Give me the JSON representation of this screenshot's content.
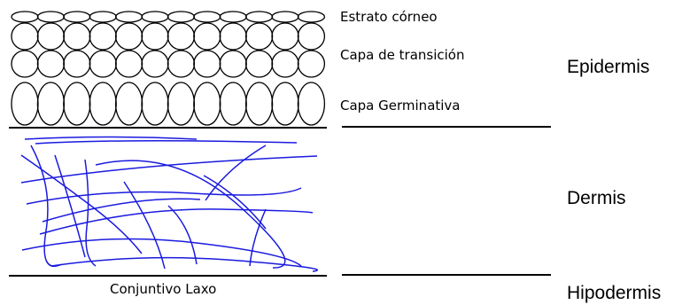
{
  "labels": {
    "estrato_corneo": "Estrato córneo",
    "capa_transicion": "Capa de transición",
    "capa_germinativa": "Capa Germinativa",
    "epidermis": "Epidermis",
    "dermis": "Dermis",
    "conjuntivo_laxo": "Conjuntivo Laxo",
    "hipodermis": "Hipodermis"
  },
  "colors": {
    "cell_outline": "#000000",
    "fibers": "#1a1ae0",
    "lines": "#000000",
    "background": "#ffffff"
  }
}
